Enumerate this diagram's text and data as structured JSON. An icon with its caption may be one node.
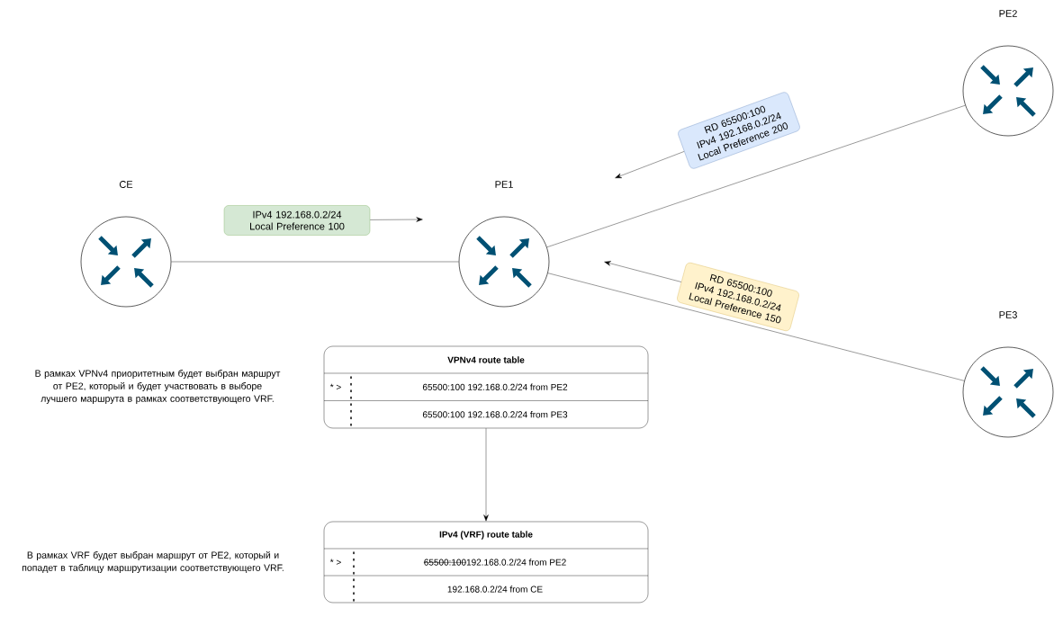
{
  "diagram": {
    "nodes": [
      {
        "text": [
          "CE"
        ]
      },
      {
        "text": [
          "PE1"
        ]
      },
      {
        "text": [
          "PE2"
        ]
      },
      {
        "text": [
          "PE3"
        ]
      },
      {
        "text": [
          "IPv4 192.168.0.2/24 Local Preference 100"
        ]
      },
      {
        "text": [
          "RD 65500:100",
          "IPv4 192.168.0.2/24",
          "Local Preference 200"
        ]
      },
      {
        "text": [
          "RD 65500:100",
          "IPv4 192.168.0.2/24",
          "Local Preference 150"
        ]
      },
      {
        "text": [
          "VPNv4 route table"
        ]
      },
      {
        "text": [
          "* >",
          "65500:100 192.168.0.2/24 from PE2"
        ],
        "in": 7
      },
      {
        "text": [
          "65500:100 192.168.0.2/24 from PE3"
        ],
        "in": 7
      },
      {
        "text": [
          "IPv4 (VRF) route table"
        ]
      },
      {
        "text": [
          "* >",
          "65500:100",
          "192.168.0.2/24 from PE2"
        ],
        "in": 10
      },
      {
        "text": [
          "192.168.0.2/24 from CE"
        ],
        "in": 10
      }
    ],
    "edges": [
      {
        "from": 0,
        "to": 1,
        "arrow": "none"
      },
      {
        "from": 1,
        "to": 2,
        "arrow": "none"
      },
      {
        "from": 1,
        "to": 3,
        "arrow": "none"
      },
      {
        "from": 4,
        "to": null,
        "arrow": "to"
      },
      {
        "from": 5,
        "to": null,
        "arrow": "to"
      },
      {
        "from": 6,
        "to": null,
        "arrow": "to"
      },
      {
        "from": 7,
        "to": 10,
        "arrow": "to"
      }
    ],
    "labels": [
      "В рамках VPNv4 приоритетным будет выбран маршрут от PE2, который и будет участвовать в выборе лучшего маршрута в рамках соответствующего VRF.",
      "В рамках VRF  будет выбран маршрут от PE2, который и попадет в таблицу маршрутизации соответствующего VRF."
    ]
  }
}
